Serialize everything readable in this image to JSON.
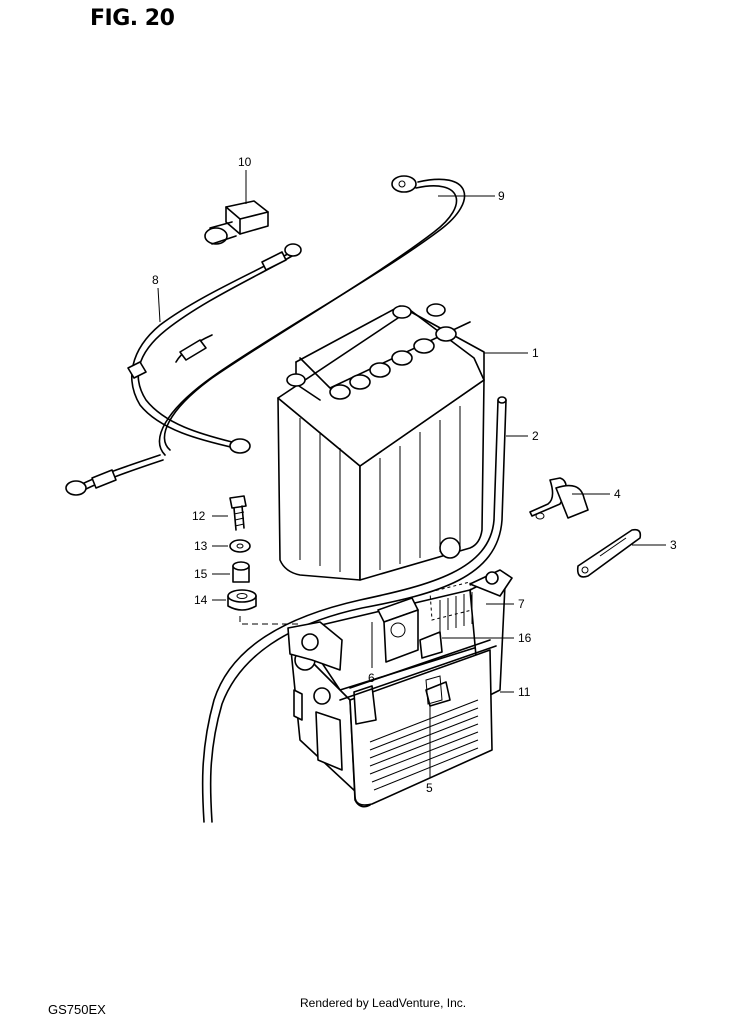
{
  "title": "FIG. 20",
  "model_code": "GS750EX",
  "credit": "Rendered by LeadVenture, Inc.",
  "callouts": [
    {
      "id": "c1",
      "label": "1"
    },
    {
      "id": "c2",
      "label": "2"
    },
    {
      "id": "c3",
      "label": "3"
    },
    {
      "id": "c4",
      "label": "4"
    },
    {
      "id": "c5",
      "label": "5"
    },
    {
      "id": "c6",
      "label": "6"
    },
    {
      "id": "c7",
      "label": "7"
    },
    {
      "id": "c8",
      "label": "8"
    },
    {
      "id": "c9",
      "label": "9"
    },
    {
      "id": "c10",
      "label": "10"
    },
    {
      "id": "c11",
      "label": "11"
    },
    {
      "id": "c12",
      "label": "12"
    },
    {
      "id": "c13",
      "label": "13"
    },
    {
      "id": "c14",
      "label": "14"
    },
    {
      "id": "c15",
      "label": "15"
    },
    {
      "id": "c16",
      "label": "16"
    }
  ]
}
